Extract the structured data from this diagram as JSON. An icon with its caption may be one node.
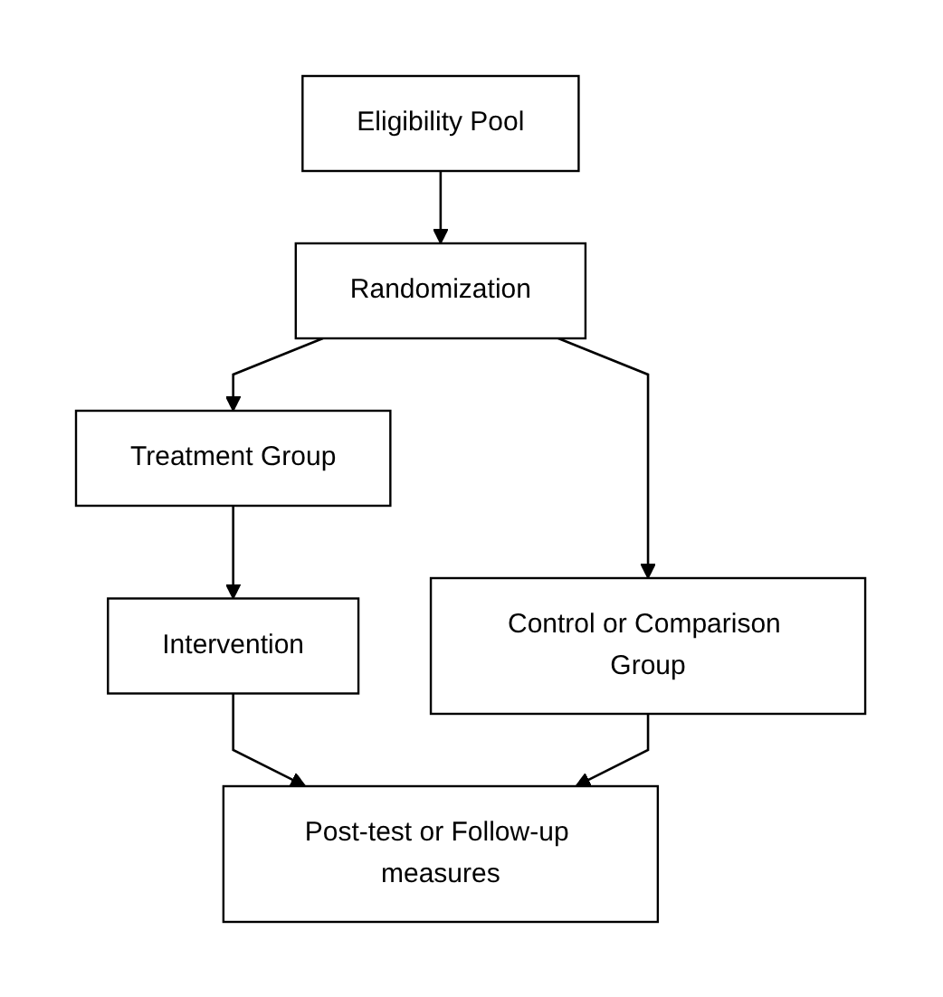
{
  "diagram": {
    "nodes": [
      {
        "text": [
          "Eligibility Pool"
        ]
      },
      {
        "text": [
          "Randomization"
        ]
      },
      {
        "text": [
          "Treatment Group"
        ]
      },
      {
        "text": [
          "Control or Comparison Group"
        ]
      },
      {
        "text": [
          "Intervention"
        ]
      },
      {
        "text": [
          "Post-test or Follow-up measures"
        ]
      }
    ],
    "edges": [
      {
        "from": 0,
        "to": 1,
        "arrow": "to"
      },
      {
        "from": 1,
        "to": 2,
        "arrow": "to"
      },
      {
        "from": 1,
        "to": 3,
        "arrow": "to"
      },
      {
        "from": 2,
        "to": 4,
        "arrow": "to"
      },
      {
        "from": 4,
        "to": 5,
        "arrow": "to"
      },
      {
        "from": 3,
        "to": 5,
        "arrow": "to"
      }
    ]
  }
}
